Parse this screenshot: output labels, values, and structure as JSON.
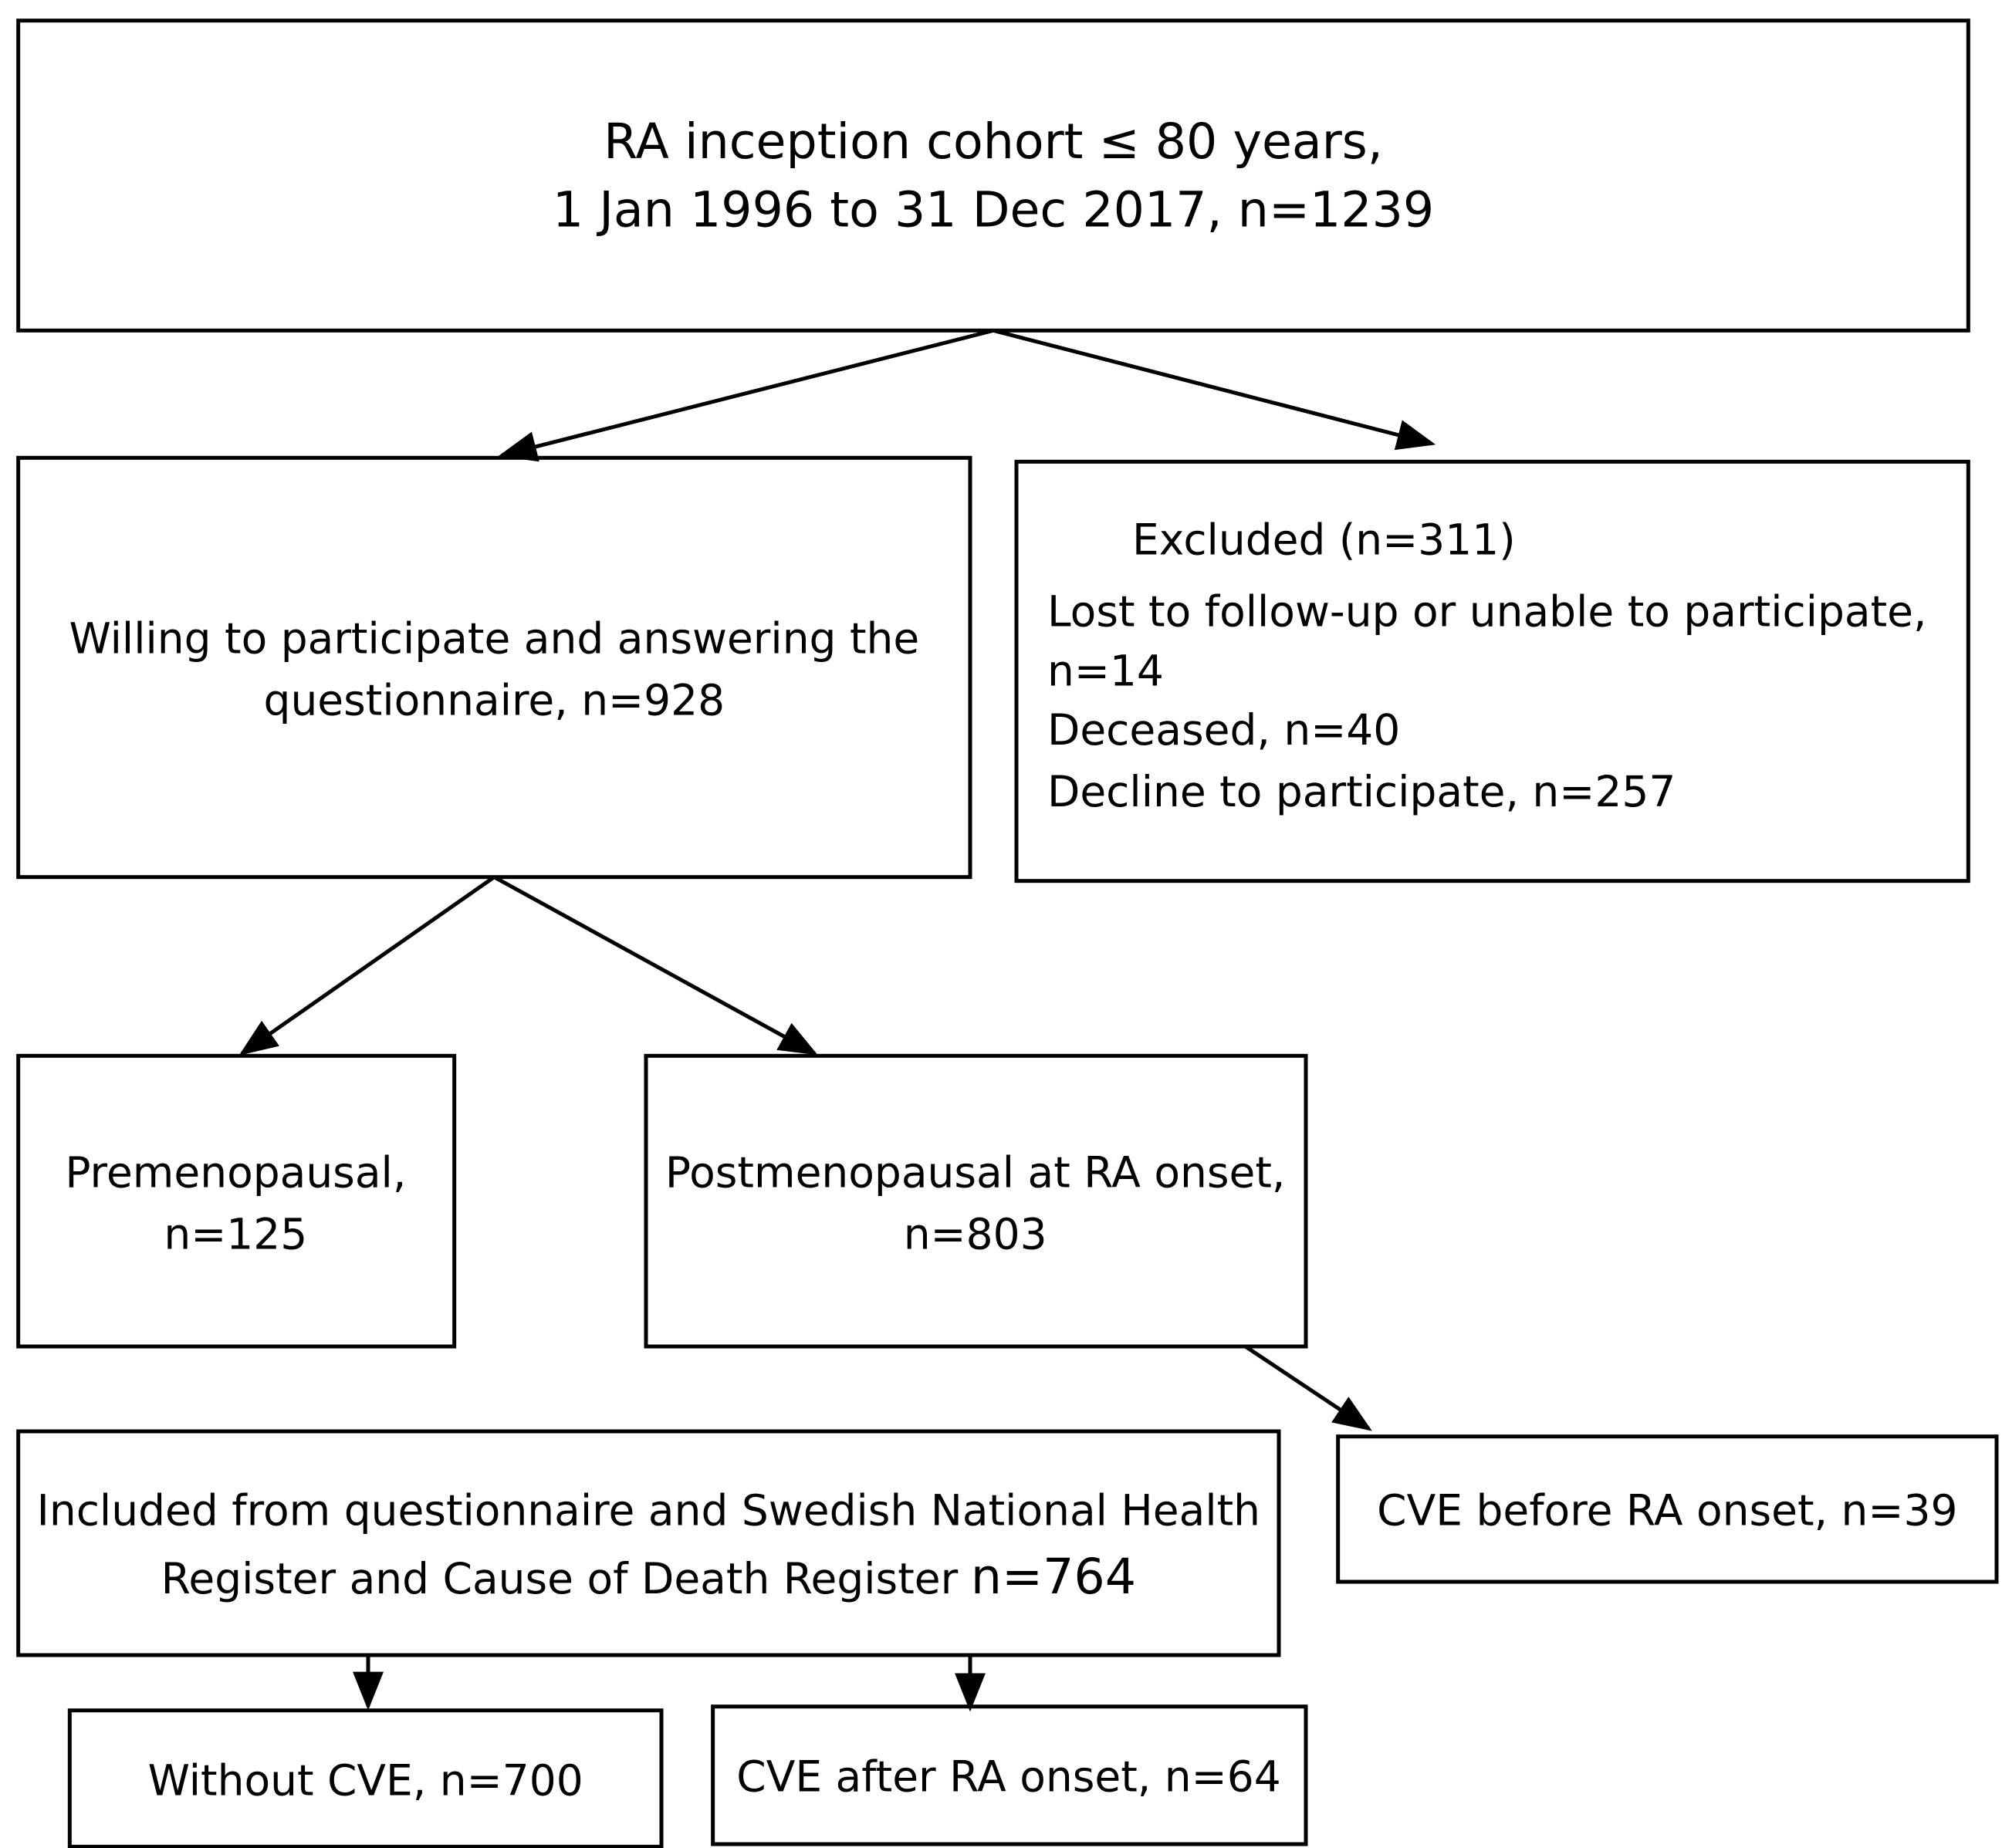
{
  "nodes": {
    "cohort": {
      "lines": [
        "RA inception cohort ≤ 80 years,",
        "1 Jan 1996 to 31 Dec 2017, n=1239"
      ]
    },
    "willing": {
      "lines": [
        "Willing to participate and answering the",
        "questionnaire, n=928"
      ]
    },
    "excluded": {
      "title": "Excluded (n=311)",
      "lines": [
        "Lost to follow-up or unable to participate,",
        "n=14",
        "Deceased, n=40",
        "Decline to participate, n=257"
      ]
    },
    "premenopausal": {
      "lines": [
        "Premenopausal,",
        "n=125"
      ]
    },
    "postmenopausal": {
      "lines": [
        "Postmenopausal at RA onset,",
        "n=803"
      ]
    },
    "included": {
      "line1": "Included from questionnaire and Swedish National Health",
      "line2": "Register and Cause of Death Register",
      "count": "n=764"
    },
    "cve_before": {
      "label": "CVE before RA onset, n=39"
    },
    "without_cve": {
      "label": "Without CVE, n=700"
    },
    "cve_after": {
      "label": "CVE after RA onset, n=64"
    }
  },
  "edges": [
    [
      "cohort",
      "willing"
    ],
    [
      "cohort",
      "excluded"
    ],
    [
      "willing",
      "premenopausal"
    ],
    [
      "willing",
      "postmenopausal"
    ],
    [
      "postmenopausal",
      "cve_before"
    ],
    [
      "included",
      "without_cve"
    ],
    [
      "included",
      "cve_after"
    ]
  ]
}
